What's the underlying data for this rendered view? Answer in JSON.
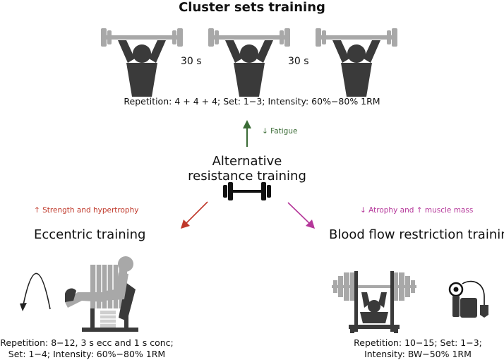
{
  "cluster": {
    "title": "Cluster sets training",
    "rest_1": "30 s",
    "rest_2": "30 s",
    "spec": "Repetition: 4 + 4 + 4; Set: 1−3; Intensity: 60%−80% 1RM"
  },
  "center": {
    "title_line1": "Alternative",
    "title_line2": "resistance training"
  },
  "effects": {
    "fatigue": "↓ Fatigue",
    "strength": "↑ Strength and hypertrophy",
    "atrophy": "↓ Atrophy and ↑ muscle mass"
  },
  "eccentric": {
    "title": "Eccentric training",
    "spec_line1": "Repetition: 8−12, 3 s ecc and 1 s conc;",
    "spec_line2": "Set: 1−4; Intensity: 60%−80% 1RM"
  },
  "bfr": {
    "title": "Blood flow restriction training",
    "spec_line1": "Repetition: 10−15; Set: 1−3;",
    "spec_line2": "Intensity: BW−50% 1RM"
  },
  "colors": {
    "fatigue": "#3a6b35",
    "strength": "#c0392b",
    "atrophy": "#b5379a",
    "icon_dark": "#3a3a3a",
    "icon_light": "#a8a8a8"
  }
}
